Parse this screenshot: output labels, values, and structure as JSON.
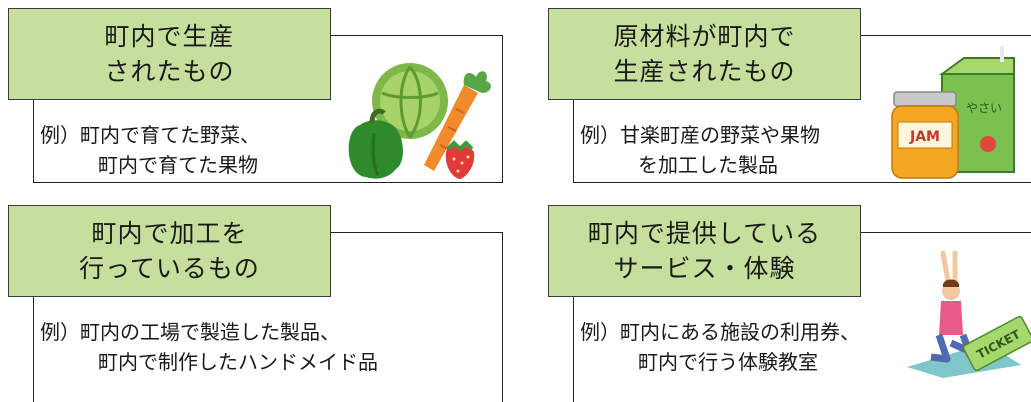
{
  "cards": [
    {
      "id": "locally-produced",
      "title_line1": "町内で生産",
      "title_line2": "されたもの",
      "example_prefix": "例）",
      "example_line1": "町内で育てた野菜、",
      "example_line2": "町内で育てた果物",
      "illustration_icon": "vegetables-icon"
    },
    {
      "id": "local-ingredients",
      "title_line1": "原材料が町内で",
      "title_line2": "生産されたもの",
      "example_prefix": "例）",
      "example_line1": "甘楽町産の野菜や果物",
      "example_line2": "を加工した製品",
      "illustration_icon": "jam-juice-icon",
      "illustration_text_jam": "JAM",
      "illustration_text_box": "やさい"
    },
    {
      "id": "locally-processed",
      "title_line1": "町内で加工を",
      "title_line2": "行っているもの",
      "example_prefix": "例）",
      "example_line1": "町内の工場で製造した製品、",
      "example_line2": "町内で制作したハンドメイド品"
    },
    {
      "id": "local-services",
      "title_line1": "町内で提供している",
      "title_line2": "サービス・体験",
      "example_prefix": "例）",
      "example_line1": "町内にある施設の利用券、",
      "example_line2": "町内で行う体験教室",
      "illustration_icon": "yoga-ticket-icon",
      "illustration_text_ticket": "TICKET"
    }
  ],
  "colors": {
    "label_fill": "#c6df9c",
    "border": "#222222"
  }
}
